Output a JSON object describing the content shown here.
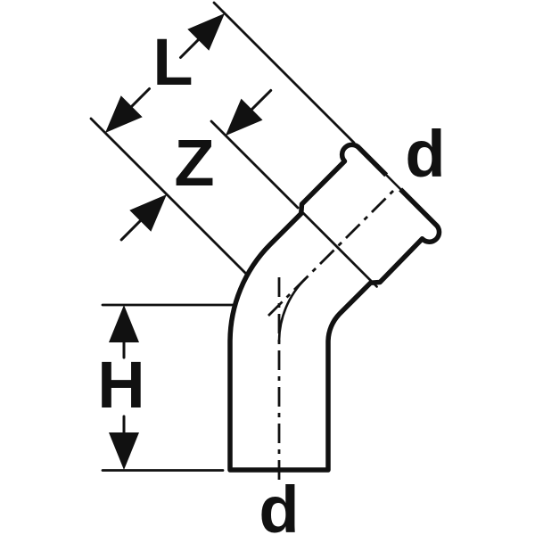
{
  "figure": {
    "description": "45 degree elbow pipe fitting dimension drawing",
    "labels": {
      "length": "L",
      "z_dimension": "Z",
      "height": "H",
      "diameter_top": "d",
      "diameter_bottom": "d"
    },
    "colors": {
      "ink": "#111111",
      "background": "#ffffff"
    }
  }
}
